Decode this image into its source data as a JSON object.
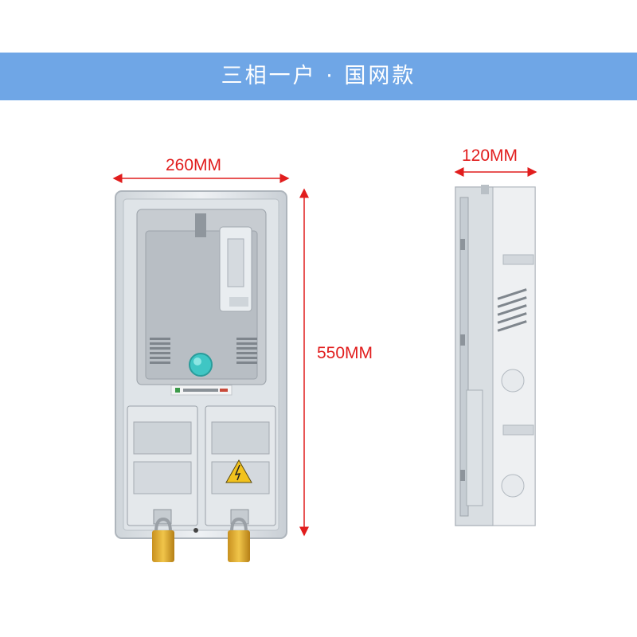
{
  "banner": {
    "title": "三相一户 · 国网款"
  },
  "dimensions": {
    "front_width": "260MM",
    "side_width": "120MM",
    "front_height": "550MM"
  },
  "colors": {
    "banner": "#6fa6e6",
    "dimension": "#e11d1d",
    "background": "#ffffff"
  }
}
